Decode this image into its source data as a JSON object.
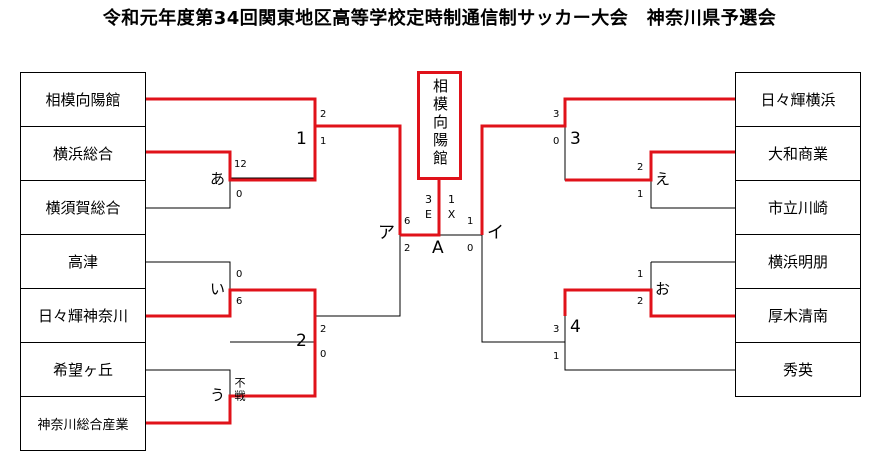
{
  "title": "令和元年度第34回関東地区高等学校定時制通信制サッカー大会　神奈川県予選会",
  "champion": "相模向陽館",
  "colors": {
    "win_line": "#e0121a",
    "lose_line": "#000000"
  },
  "left_teams": [
    "相模向陽館",
    "横浜総合",
    "横須賀総合",
    "高津",
    "日々輝神奈川",
    "希望ヶ丘",
    "神奈川総合産業"
  ],
  "right_teams": [
    "日々輝横浜",
    "大和商業",
    "市立川崎",
    "横浜明朋",
    "厚木清南",
    "秀英"
  ],
  "match_labels": {
    "a": "あ",
    "i": "い",
    "u": "う",
    "e": "え",
    "o": "お",
    "m1": "1",
    "m2": "2",
    "m3": "3",
    "m4": "4",
    "semi_left": "ア",
    "semi_right": "イ",
    "final": "A"
  },
  "scores": {
    "a_top": "12",
    "a_bottom": "0",
    "i_top": "0",
    "i_bottom": "6",
    "u_top": "不戦",
    "m1_top": "2",
    "m1_bottom": "1",
    "m2_top": "2",
    "m2_bottom": "0",
    "e_top": "2",
    "e_bottom": "1",
    "o_top": "1",
    "o_bottom": "2",
    "m3_top": "3",
    "m3_bottom": "0",
    "m4_top": "3",
    "m4_bottom": "1",
    "ア_top": "6",
    "ア_bottom": "2",
    "イ_top": "1",
    "イ_bottom": "0",
    "final_left": "3E",
    "final_right": "1X"
  }
}
